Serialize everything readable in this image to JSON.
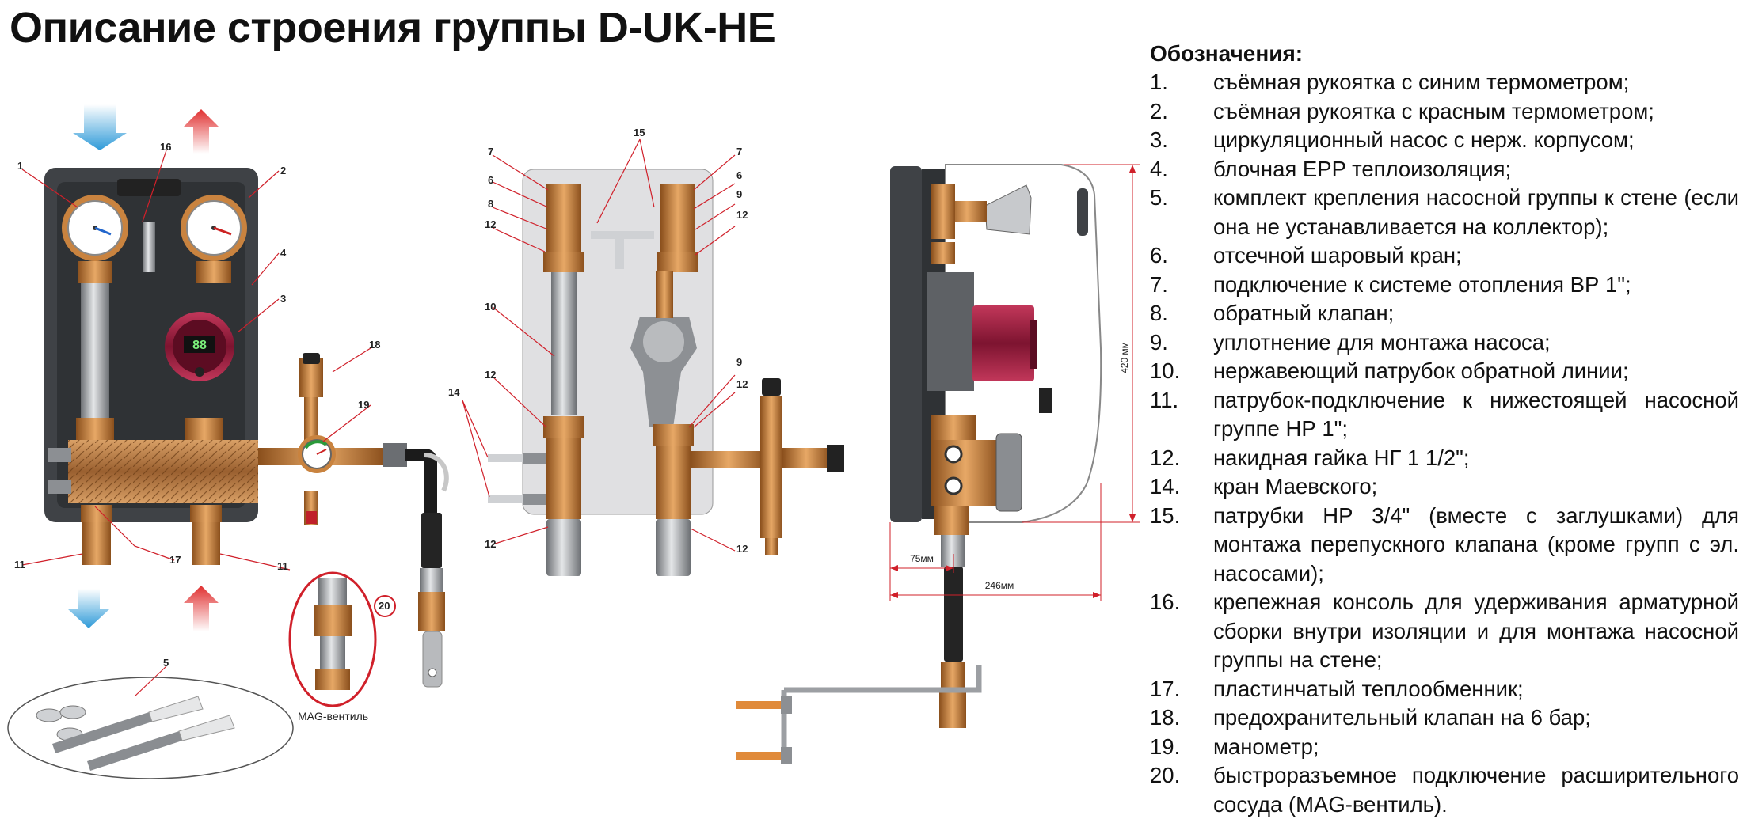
{
  "title": "Описание строения группы D-UK-HE",
  "legend": {
    "heading": "Обозначения:",
    "items": [
      {
        "num": "1.",
        "text": " съёмная рукоятка с синим термометром;"
      },
      {
        "num": "2.",
        "text": "съёмная рукоятка с красным термометром;"
      },
      {
        "num": "3.",
        "text": "циркуляционный насос с нерж. корпусом;"
      },
      {
        "num": "4.",
        "text": "блочная EPP теплоизоляция;"
      },
      {
        "num": "5.",
        "text": "комплект крепления насосной группы к стене (если она не устанавливается на коллектор);"
      },
      {
        "num": "6.",
        "text": "отсечной шаровый кран;"
      },
      {
        "num": "7.",
        "text": "подключение к системе отопления ВР 1\";"
      },
      {
        "num": "8.",
        "text": "обратный клапан;"
      },
      {
        "num": "9.",
        "text": "уплотнение для монтажа насоса;"
      },
      {
        "num": "10.",
        "text": "нержавеющий патрубок обратной линии;"
      },
      {
        "num": "11.",
        "text": "патрубок-подключение к нижестоящей насосной группе НР 1\";"
      },
      {
        "num": "12.",
        "text": "накидная гайка НГ 1 1/2\";"
      },
      {
        "num": "14.",
        "text": "кран Маевского;"
      },
      {
        "num": "15.",
        "text": "патрубки НР 3/4\" (вместе с заглушками) для монтажа перепускного клапана (кроме групп с эл. насосами);"
      },
      {
        "num": "16.",
        "text": "крепежная консоль для удерживания арматурной сборки внутри изоляции и для монтажа насосной группы на стене;"
      },
      {
        "num": "17.",
        "text": "пластинчатый теплообменник;"
      },
      {
        "num": "18.",
        "text": "предохранительный клапан на 6 бар;"
      },
      {
        "num": "19.",
        "text": "манометр;"
      },
      {
        "num": "20.",
        "text": "быстроразъемное подключение расширительного сосуда (MAG-вентиль)."
      }
    ]
  },
  "callouts": {
    "c1": "1",
    "c2": "2",
    "c3": "3",
    "c4": "4",
    "c5": "5",
    "c6": "6",
    "c7": "7",
    "c8": "8",
    "c9": "9",
    "c10": "10",
    "c11": "11",
    "c12": "12",
    "c14": "14",
    "c15": "15",
    "c16": "16",
    "c17": "17",
    "c18": "18",
    "c19": "19",
    "c20": "20"
  },
  "mag_label": "MAG-вентиль",
  "pump_display": "88",
  "dimensions": {
    "height": "420 мм",
    "offset": "75мм",
    "depth": "246мм"
  },
  "colors": {
    "flow_cold": "#2e9ad8",
    "flow_hot": "#e03030",
    "brass": "#c9833f",
    "insulation": "#3f4246",
    "pump_red": "#9b1c3a",
    "leader_red": "#d0202a"
  }
}
